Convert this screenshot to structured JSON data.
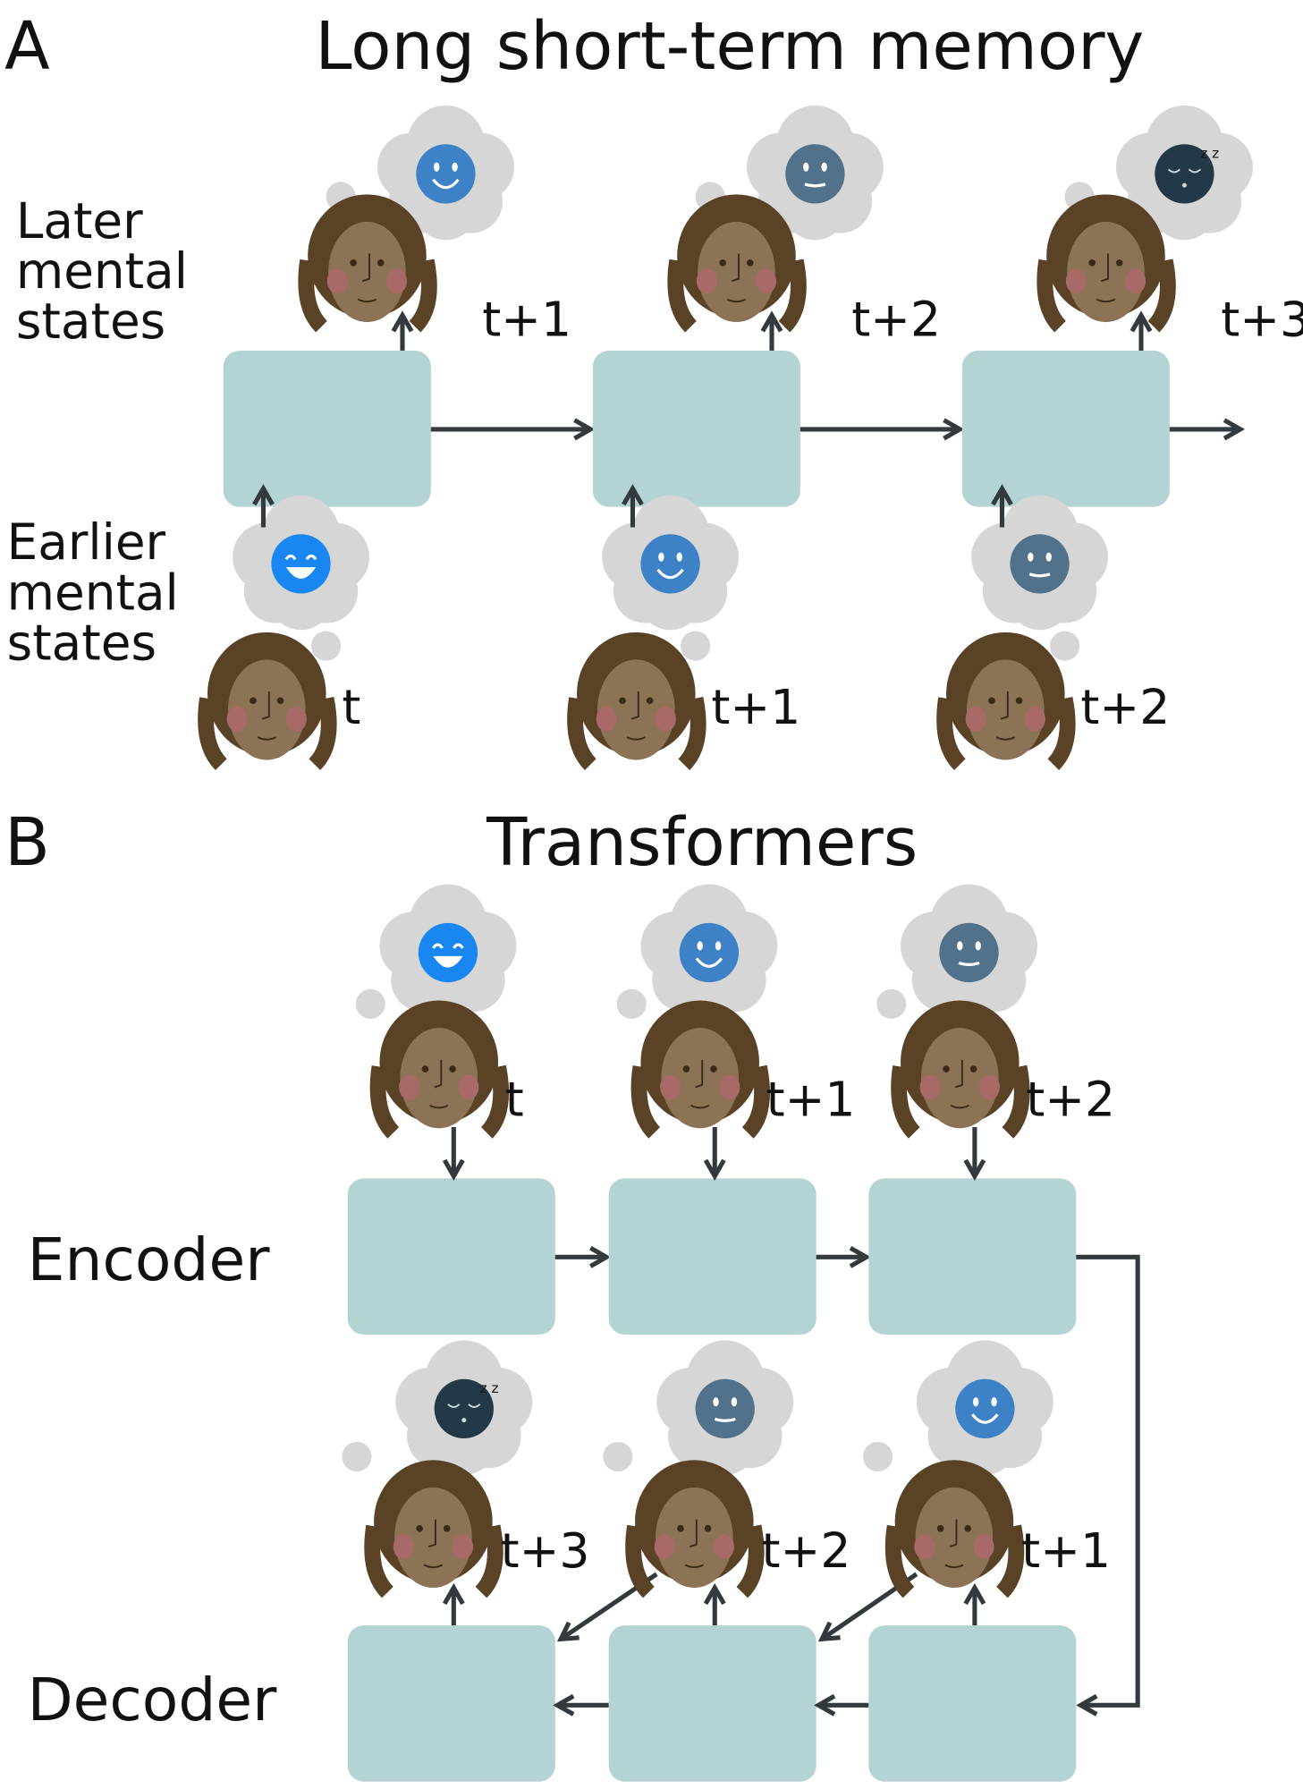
{
  "panel_a": {
    "letter": "A",
    "title": "Long short-term memory",
    "later_label": [
      "Later",
      "mental",
      "states"
    ],
    "earlier_label": [
      "Earlier",
      "mental",
      "states"
    ],
    "later_steps": [
      {
        "time": "t+1",
        "mood": "happy"
      },
      {
        "time": "t+2",
        "mood": "calm"
      },
      {
        "time": "t+3",
        "mood": "sleepy"
      }
    ],
    "earlier_steps": [
      {
        "time": "t",
        "mood": "excited"
      },
      {
        "time": "t+1",
        "mood": "happy"
      },
      {
        "time": "t+2",
        "mood": "calm"
      }
    ]
  },
  "panel_b": {
    "letter": "B",
    "title": "Transformers",
    "encoder_label": "Encoder",
    "decoder_label": "Decoder",
    "encoder_steps": [
      {
        "time": "t",
        "mood": "excited"
      },
      {
        "time": "t+1",
        "mood": "happy"
      },
      {
        "time": "t+2",
        "mood": "calm"
      }
    ],
    "decoder_steps": [
      {
        "time": "t+3",
        "mood": "sleepy"
      },
      {
        "time": "t+2",
        "mood": "calm"
      },
      {
        "time": "t+1",
        "mood": "happy"
      }
    ]
  },
  "colors": {
    "box": "#b4d4d3",
    "arrow": "#333a3d",
    "cloud": "#d6d6d6",
    "hair": "#5a4226",
    "skin": "#8c7355",
    "cheek": "#a86a66",
    "excited": "#1a86f2",
    "happy": "#3d82c6",
    "calm": "#52718a",
    "sleepy": "#233947"
  }
}
